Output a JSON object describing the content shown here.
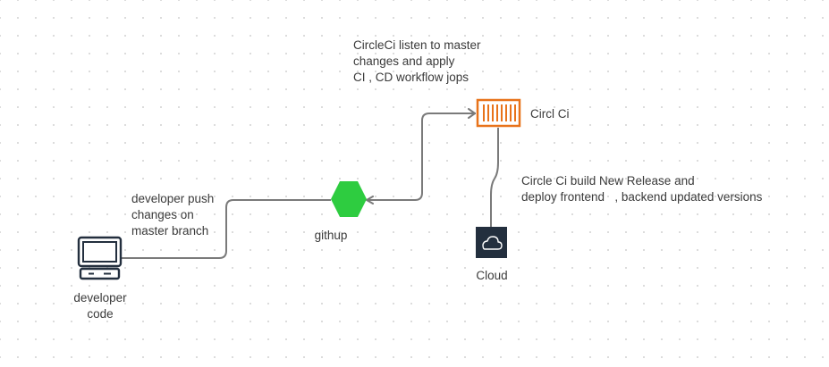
{
  "nodes": {
    "developer": {
      "label": "developer\ncode",
      "icon": "monitor-icon"
    },
    "github": {
      "label": "githup",
      "icon": "hexagon-icon",
      "color": "#2ecc40"
    },
    "circleci": {
      "label": "Circl Ci",
      "icon": "container-icon",
      "color": "#e8731a"
    },
    "cloud": {
      "label": "Cloud",
      "icon": "cloud-icon",
      "color": "#232f3e"
    }
  },
  "annotations": {
    "push": "developer push\nchanges on\nmaster branch",
    "listen": "CircleCi listen to master\nchanges and apply\nCI , CD workflow jops",
    "build": "Circle Ci build New Release and\ndeploy frontend   , backend updated versions"
  },
  "colors": {
    "connector": "#7a7a7a",
    "text": "#3a3a3a"
  }
}
